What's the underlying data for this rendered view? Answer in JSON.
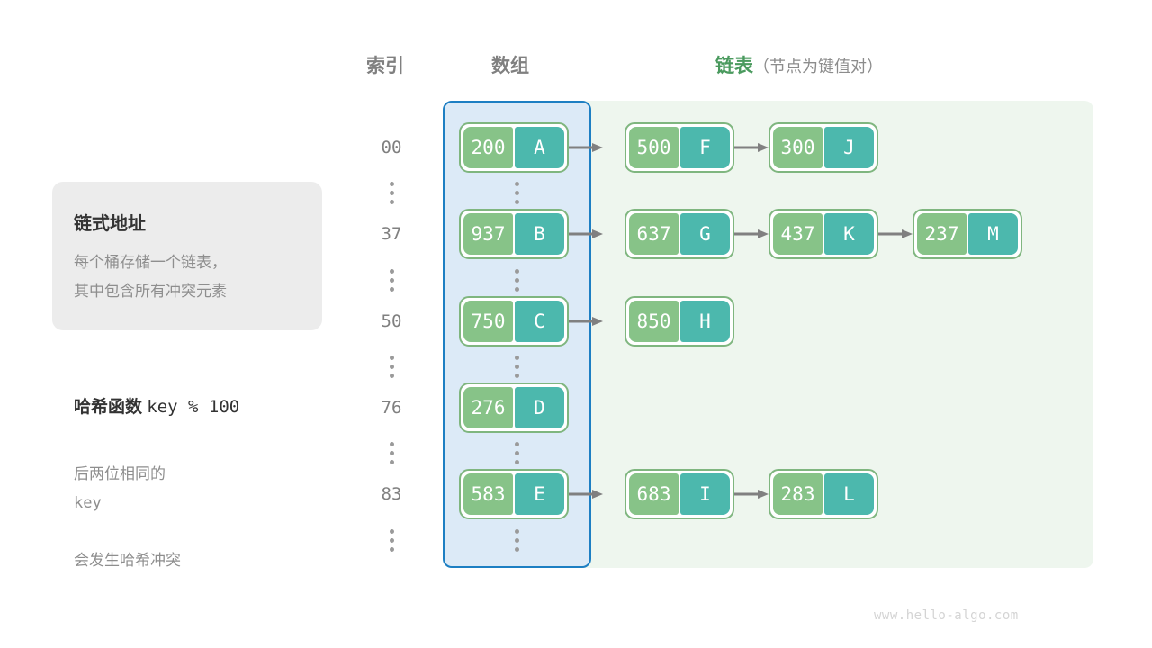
{
  "headers": {
    "index": "索引",
    "array": "数组",
    "list_main": "链表",
    "list_sub": "（节点为键值对）"
  },
  "info_card": {
    "title": "链式地址",
    "body": "每个桶存储一个链表，\n其中包含所有冲突元素"
  },
  "hash_note": {
    "title_label": "哈希函数",
    "title_expr": "key % 100",
    "body_line1_prefix": "后两位相同的",
    "body_line1_mono": "key",
    "body_line2": "会发生哈希冲突"
  },
  "colors": {
    "array_fill": "#dceaf7",
    "array_border": "#1d7fc3",
    "list_panel_fill": "#eef6ee",
    "key_box": "#87c388",
    "value_box": "#4cb8ad",
    "node_border": "#7fb67f",
    "arrow": "#808080",
    "header_green": "#4a9a5e",
    "muted_text": "#8e8e8e"
  },
  "ellipsis_glyph": "⋮",
  "buckets": [
    {
      "index": "00",
      "nodes": [
        {
          "key": "200",
          "value": "A"
        },
        {
          "key": "500",
          "value": "F"
        },
        {
          "key": "300",
          "value": "J"
        }
      ]
    },
    {
      "index": "37",
      "nodes": [
        {
          "key": "937",
          "value": "B"
        },
        {
          "key": "637",
          "value": "G"
        },
        {
          "key": "437",
          "value": "K"
        },
        {
          "key": "237",
          "value": "M"
        }
      ]
    },
    {
      "index": "50",
      "nodes": [
        {
          "key": "750",
          "value": "C"
        },
        {
          "key": "850",
          "value": "H"
        }
      ]
    },
    {
      "index": "76",
      "nodes": [
        {
          "key": "276",
          "value": "D"
        }
      ]
    },
    {
      "index": "83",
      "nodes": [
        {
          "key": "583",
          "value": "E"
        },
        {
          "key": "683",
          "value": "I"
        },
        {
          "key": "283",
          "value": "L"
        }
      ]
    }
  ],
  "watermark": "www.hello-algo.com"
}
